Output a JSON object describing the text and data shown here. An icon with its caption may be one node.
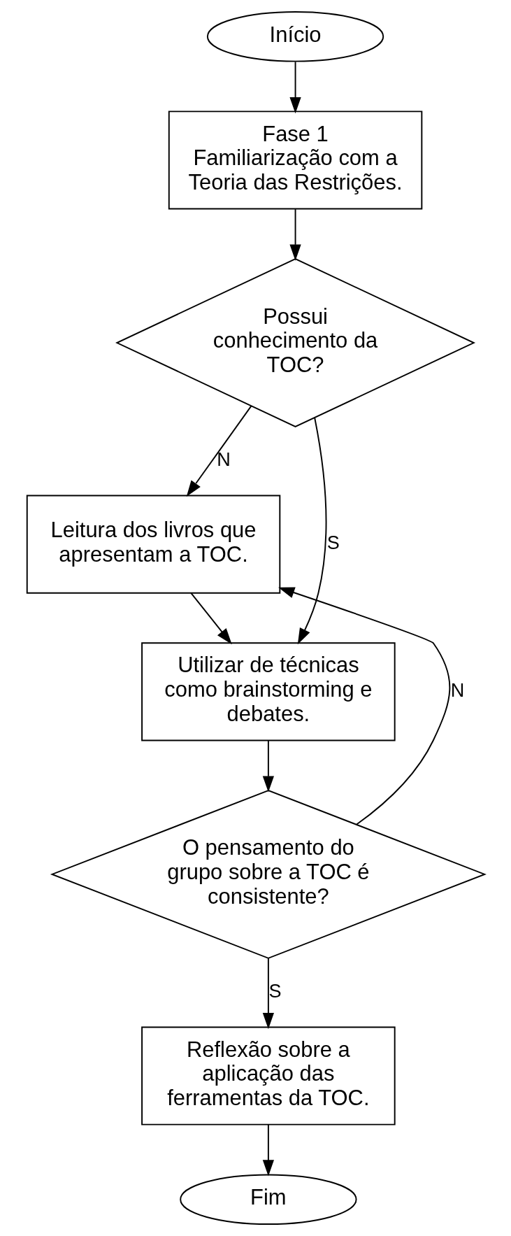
{
  "diagram": {
    "nodes": [
      {
        "text": [
          "Início"
        ]
      },
      {
        "text": [
          "Fase 1",
          "Familiarização com a Teoria das Restrições."
        ]
      },
      {
        "text": [
          "Possui conhecimento da TOC?"
        ]
      },
      {
        "text": [
          "Leitura dos livros que apresentam a TOC."
        ]
      },
      {
        "text": [
          "Utilizar de técnicas como brainstorming e debates."
        ]
      },
      {
        "text": [
          "O pensamento do grupo sobre a TOC é consistente?"
        ]
      },
      {
        "text": [
          "Reflexão sobre a aplicação das ferramentas da TOC."
        ]
      },
      {
        "text": [
          "Fim"
        ]
      }
    ],
    "edges": [
      {
        "from": 0,
        "to": 1,
        "arrow": "to"
      },
      {
        "from": 1,
        "to": 2,
        "arrow": "to"
      },
      {
        "from": 2,
        "to": 3,
        "arrow": "to",
        "label": "N"
      },
      {
        "from": 2,
        "to": 4,
        "arrow": "to",
        "label": "S"
      },
      {
        "from": 3,
        "to": 4,
        "arrow": "to"
      },
      {
        "from": 4,
        "to": 5,
        "arrow": "to"
      },
      {
        "from": 5,
        "to": 3,
        "arrow": "to",
        "label": "N"
      },
      {
        "from": 5,
        "to": 6,
        "arrow": "to",
        "label": "S"
      },
      {
        "from": 6,
        "to": 7,
        "arrow": "to"
      }
    ]
  }
}
